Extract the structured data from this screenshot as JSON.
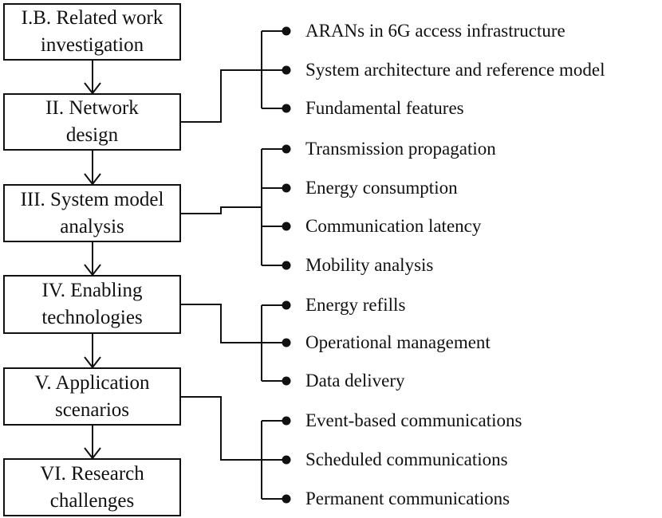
{
  "diagram": {
    "background_color": "#ffffff",
    "line_color": "#111111",
    "text_color": "#111111"
  },
  "flow": {
    "boxes": [
      {
        "id": "related-work",
        "line1": "I.B. Related work",
        "line2": "investigation"
      },
      {
        "id": "network-design",
        "line1": "II. Network",
        "line2": "design"
      },
      {
        "id": "system-model-analysis",
        "line1": "III. System model",
        "line2": "analysis"
      },
      {
        "id": "enabling-technologies",
        "line1": "IV. Enabling",
        "line2": "technologies"
      },
      {
        "id": "application-scenarios",
        "line1": "V. Application",
        "line2": "scenarios"
      },
      {
        "id": "research-challenges",
        "line1": "VI. Research",
        "line2": "challenges"
      }
    ]
  },
  "groups": [
    {
      "linked_box": "network-design",
      "items": [
        "ARANs in 6G access infrastructure",
        "System architecture and reference model",
        "Fundamental features"
      ]
    },
    {
      "linked_box": "system-model-analysis",
      "items": [
        "Transmission propagation",
        "Energy consumption",
        "Communication latency",
        "Mobility analysis"
      ]
    },
    {
      "linked_box": "enabling-technologies",
      "items": [
        "Energy refills",
        "Operational management",
        "Data delivery"
      ]
    },
    {
      "linked_box": "application-scenarios",
      "items": [
        "Event-based communications",
        "Scheduled communications",
        "Permanent communications"
      ]
    }
  ]
}
